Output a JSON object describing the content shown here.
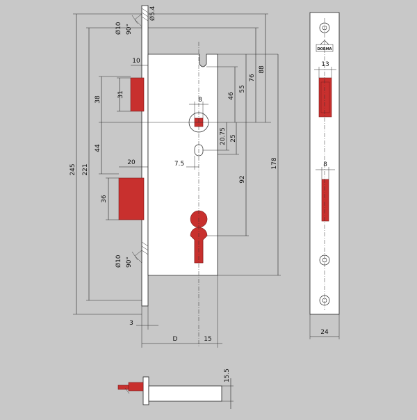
{
  "drawing": {
    "title": "",
    "colors": {
      "background": "#c8c8c8",
      "plate": "#ffffff",
      "part": "#c8302e",
      "line": "#222222"
    },
    "dims": {
      "d245": "245",
      "d221": "221",
      "d38": "38",
      "d44": "44",
      "d31": "31",
      "d36": "36",
      "d10": "10",
      "d20": "20",
      "d8": "8",
      "d7_5": "7.5",
      "d46": "46",
      "d55": "55",
      "d76": "76",
      "d88": "88",
      "d20_75": "20.75",
      "d25": "25",
      "d92": "92",
      "d178": "178",
      "d3": "3",
      "dD": "D",
      "d15": "15",
      "phi10_top": "Ø10",
      "ang90_top": "90°",
      "phi5_4": "Ø5.4",
      "phi10_bot": "Ø10",
      "ang90_bot": "90°",
      "side13": "13",
      "side8": "8",
      "side24": "24",
      "bottom15_5": "15.5"
    },
    "logo": "DORMA"
  }
}
